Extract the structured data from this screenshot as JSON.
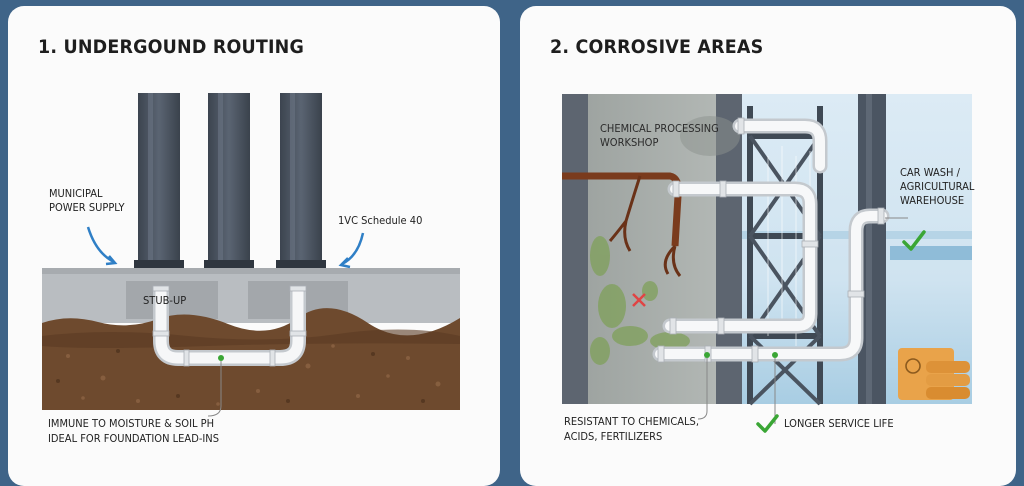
{
  "panel1": {
    "title": "1. UNDERGOUND ROUTING",
    "label_power_line1": "MUNICIPAL",
    "label_power_line2": "POWER SUPPLY",
    "label_schedule": "1VC Schedule 40",
    "label_stub": "STUB-UP",
    "label_immune_line1": "IMMUNE TO MOISTURE & SOIL PH",
    "label_immune_line2": "IDEAL FOR FOUNDATION LEAD-INS"
  },
  "panel2": {
    "title": "2. CORROSIVE AREAS",
    "label_chem_line1": "CHEMICAL PROCESSING",
    "label_chem_line2": "WORKSHOP",
    "label_carwash_line1": "CAR WASH /",
    "label_carwash_line2": "AGRICULTURAL",
    "label_carwash_line3": "WAREHOUSE",
    "label_resistant_line1": "RESISTANT TO CHEMICALS,",
    "label_resistant_line2": "ACIDS, FERTILIZERS",
    "label_longer": "LONGER SERVICE LIFE"
  },
  "colors": {
    "background": "#3f6488",
    "steel": "#4b5562",
    "concrete": "#b9bdc1",
    "soil": "#6e4a2e",
    "pipe": "#f4f5f7",
    "accent_blue": "#2f7fc6",
    "check_green": "#3aa635",
    "cross_red": "#e04444"
  }
}
